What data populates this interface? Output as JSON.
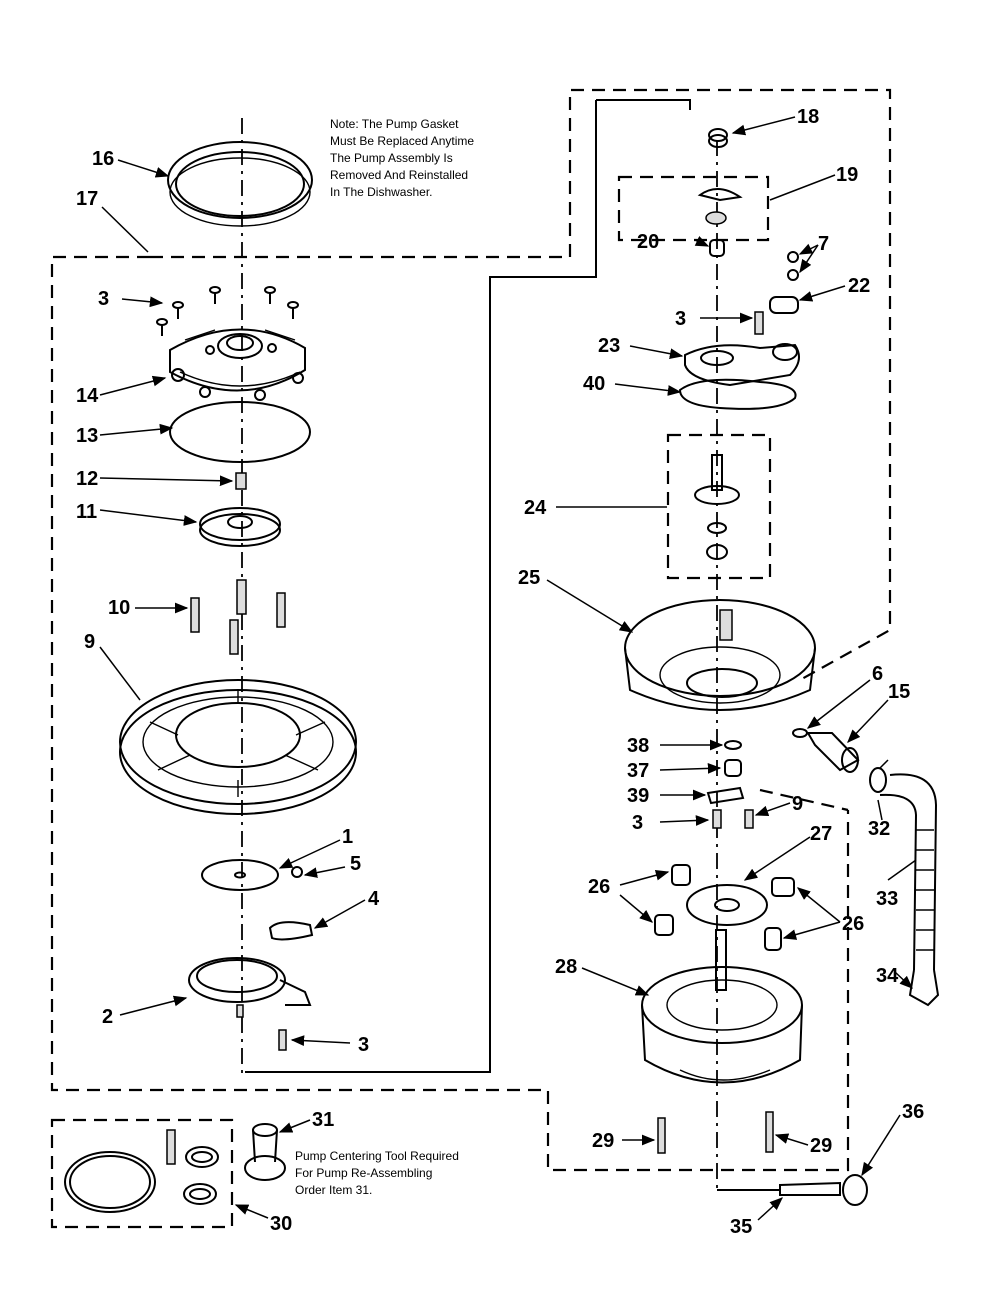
{
  "notes": {
    "gasket_note": [
      "Note: The Pump Gasket",
      "Must Be Replaced Anytime",
      "The Pump Assembly Is",
      "Removed And Reinstalled",
      "In The Dishwasher."
    ],
    "tool_note": [
      "Pump Centering Tool Required",
      "For Pump Re-Assembling",
      "Order Item 31."
    ]
  },
  "callouts": {
    "c1": "1",
    "c2": "2",
    "c3a": "3",
    "c3b": "3",
    "c3c": "3",
    "c3d": "3",
    "c4": "4",
    "c5": "5",
    "c6": "6",
    "c7": "7",
    "c9a": "9",
    "c9b": "9",
    "c10": "10",
    "c11": "11",
    "c12": "12",
    "c13": "13",
    "c14": "14",
    "c15": "15",
    "c16": "16",
    "c17": "17",
    "c18": "18",
    "c19": "19",
    "c20": "20",
    "c22": "22",
    "c23": "23",
    "c24": "24",
    "c25": "25",
    "c26a": "26",
    "c26b": "26",
    "c27": "27",
    "c28": "28",
    "c29a": "29",
    "c29b": "29",
    "c30": "30",
    "c31": "31",
    "c32": "32",
    "c33": "33",
    "c34": "34",
    "c35": "35",
    "c36": "36",
    "c37": "37",
    "c38": "38",
    "c39": "39",
    "c40": "40"
  }
}
